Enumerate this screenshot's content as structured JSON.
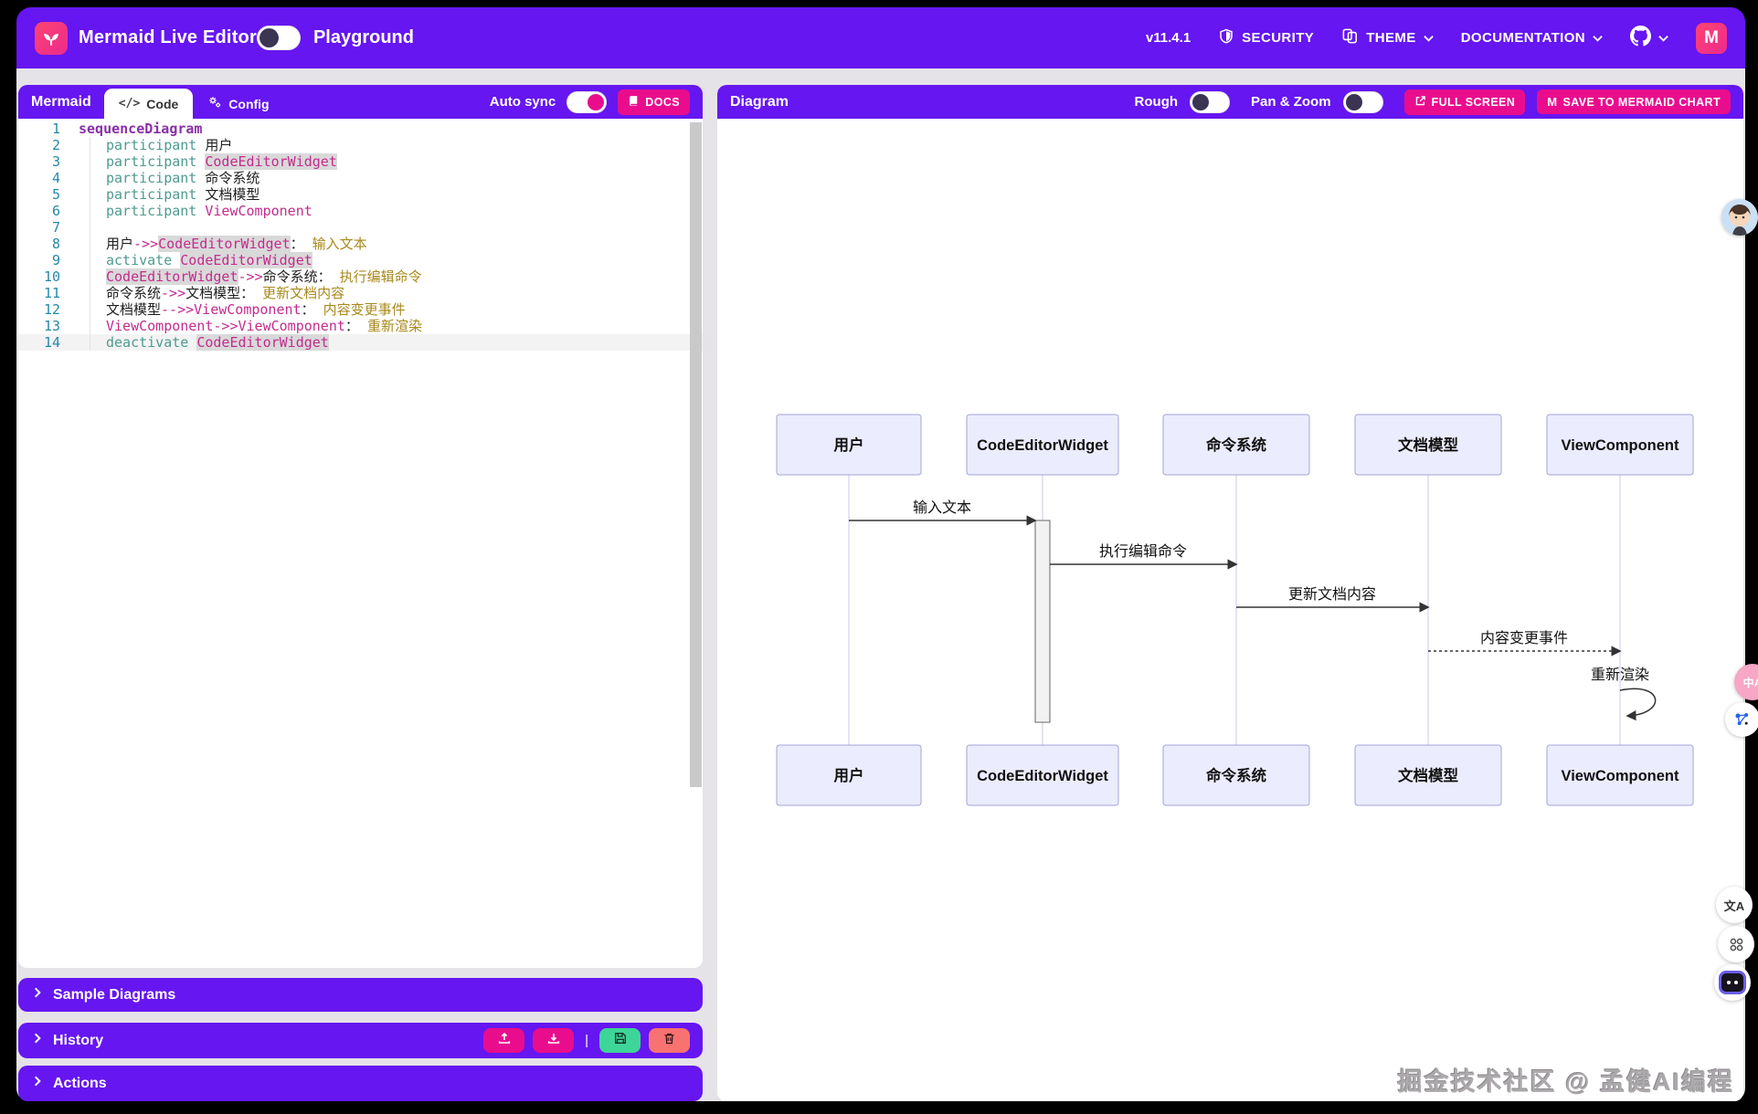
{
  "navbar": {
    "title": "Mermaid Live Editor",
    "playground": "Playground",
    "version": "v11.4.1",
    "security": "SECURITY",
    "theme": "THEME",
    "documentation": "DOCUMENTATION",
    "mermaid_chart_letter": "M"
  },
  "editor": {
    "panel_title": "Mermaid",
    "tab_code": "Code",
    "tab_config": "Config",
    "auto_sync": "Auto sync",
    "docs": "DOCS",
    "code_lines": [
      {
        "n": 1,
        "indent": 0,
        "segs": [
          {
            "t": "sequenceDiagram",
            "c": "kw"
          }
        ]
      },
      {
        "n": 2,
        "indent": 1,
        "segs": [
          {
            "t": "participant ",
            "c": "decl"
          },
          {
            "t": "用户",
            "c": "plain"
          }
        ]
      },
      {
        "n": 3,
        "indent": 1,
        "segs": [
          {
            "t": "participant ",
            "c": "decl"
          },
          {
            "t": "CodeEditorWidget",
            "c": "actor hl"
          }
        ]
      },
      {
        "n": 4,
        "indent": 1,
        "segs": [
          {
            "t": "participant ",
            "c": "decl"
          },
          {
            "t": "命令系统",
            "c": "plain"
          }
        ]
      },
      {
        "n": 5,
        "indent": 1,
        "segs": [
          {
            "t": "participant ",
            "c": "decl"
          },
          {
            "t": "文档模型",
            "c": "plain"
          }
        ]
      },
      {
        "n": 6,
        "indent": 1,
        "segs": [
          {
            "t": "participant ",
            "c": "decl"
          },
          {
            "t": "ViewComponent",
            "c": "actor"
          }
        ]
      },
      {
        "n": 7,
        "indent": 1,
        "segs": []
      },
      {
        "n": 8,
        "indent": 1,
        "segs": [
          {
            "t": "用户",
            "c": "plain"
          },
          {
            "t": "->>",
            "c": "arrow"
          },
          {
            "t": "CodeEditorWidget",
            "c": "actor hl"
          },
          {
            "t": "：",
            "c": "plain"
          },
          {
            "t": " 输入文本",
            "c": "msg"
          }
        ]
      },
      {
        "n": 9,
        "indent": 1,
        "segs": [
          {
            "t": "activate ",
            "c": "decl"
          },
          {
            "t": "CodeEditorWidget",
            "c": "actor hl"
          }
        ]
      },
      {
        "n": 10,
        "indent": 1,
        "segs": [
          {
            "t": "CodeEditorWidget",
            "c": "actor hl"
          },
          {
            "t": "->>",
            "c": "arrow"
          },
          {
            "t": "命令系统",
            "c": "plain"
          },
          {
            "t": "：",
            "c": "plain"
          },
          {
            "t": " 执行编辑命令",
            "c": "msg"
          }
        ]
      },
      {
        "n": 11,
        "indent": 1,
        "segs": [
          {
            "t": "命令系统",
            "c": "plain"
          },
          {
            "t": "->>",
            "c": "arrow"
          },
          {
            "t": "文档模型",
            "c": "plain"
          },
          {
            "t": "：",
            "c": "plain"
          },
          {
            "t": " 更新文档内容",
            "c": "msg"
          }
        ]
      },
      {
        "n": 12,
        "indent": 1,
        "segs": [
          {
            "t": "文档模型",
            "c": "plain"
          },
          {
            "t": "-->>",
            "c": "arrow"
          },
          {
            "t": "ViewComponent",
            "c": "actor"
          },
          {
            "t": "：",
            "c": "plain"
          },
          {
            "t": " 内容变更事件",
            "c": "msg"
          }
        ]
      },
      {
        "n": 13,
        "indent": 1,
        "segs": [
          {
            "t": "ViewComponent",
            "c": "actor"
          },
          {
            "t": "->>",
            "c": "arrow"
          },
          {
            "t": "ViewComponent",
            "c": "actor"
          },
          {
            "t": "：",
            "c": "plain"
          },
          {
            "t": " 重新渲染",
            "c": "msg"
          }
        ]
      },
      {
        "n": 14,
        "indent": 1,
        "current": true,
        "segs": [
          {
            "t": "deactivate ",
            "c": "decl"
          },
          {
            "t": "CodeEditorWidget",
            "c": "actor hl"
          }
        ]
      }
    ]
  },
  "bottom_bars": {
    "sample": "Sample Diagrams",
    "history": "History",
    "actions": "Actions"
  },
  "diagram_panel": {
    "title": "Diagram",
    "rough": "Rough",
    "pan_zoom": "Pan & Zoom",
    "full_screen": "FULL SCREEN",
    "save": "SAVE TO MERMAID CHART"
  },
  "diagram_data": {
    "type": "sequence-diagram",
    "participants": [
      "用户",
      "CodeEditorWidget",
      "命令系统",
      "文档模型",
      "ViewComponent"
    ],
    "messages": [
      {
        "from": 0,
        "to": 1,
        "label": "输入文本",
        "style": "solid"
      },
      {
        "from": 1,
        "to": 2,
        "label": "执行编辑命令",
        "style": "solid"
      },
      {
        "from": 2,
        "to": 3,
        "label": "更新文档内容",
        "style": "solid"
      },
      {
        "from": 3,
        "to": 4,
        "label": "内容变更事件",
        "style": "dashed"
      },
      {
        "from": 4,
        "to": 4,
        "label": "重新渲染",
        "style": "self"
      }
    ],
    "activation_on": "CodeEditorWidget"
  },
  "watermark": "掘金技术社区 @ 孟健AI编程",
  "colors": {
    "purple": "#6616F0",
    "pink": "#E90D8D",
    "logo_pink": "#FF3670",
    "green": "#3ED598",
    "red": "#F87272",
    "actor_box_fill": "#ECECFF",
    "actor_box_border": "#A3A3D9"
  }
}
